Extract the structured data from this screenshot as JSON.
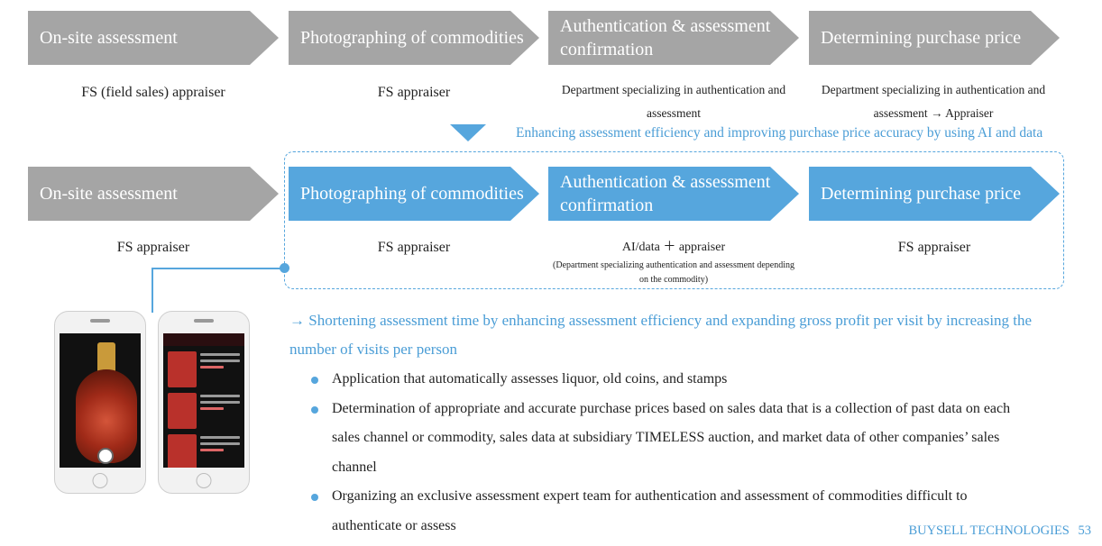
{
  "before": {
    "steps": [
      {
        "title": "On-site assessment",
        "who": "FS (field sales) appraiser"
      },
      {
        "title": "Photographing of commodities",
        "who": "FS appraiser"
      },
      {
        "title": "Authentication & assessment confirmation",
        "who": "Department specializing in authentication and assessment"
      },
      {
        "title": "Determining purchase price",
        "who": "Department specializing in authentication and assessment → Appraiser"
      }
    ]
  },
  "transition_note": "Enhancing assessment efficiency and improving purchase price accuracy by using AI and data",
  "after": {
    "steps": [
      {
        "title": "On-site assessment",
        "who": "FS appraiser"
      },
      {
        "title": "Photographing of commodities",
        "who": "FS appraiser"
      },
      {
        "title": "Authentication & assessment confirmation",
        "who": "AI/data ＋ appraiser",
        "who_sub": "(Department specializing authentication and assessment depending on the commodity)"
      },
      {
        "title": "Determining purchase price",
        "who": "FS appraiser"
      }
    ]
  },
  "summary": "→ Shortening assessment time by enhancing assessment efficiency and expanding gross profit per visit by increasing the number of visits per person",
  "bullets": [
    "Application that automatically assesses liquor, old coins, and stamps",
    "Determination of appropriate and accurate purchase prices based on sales data that is a collection of past data on each sales channel or commodity, sales data at subsidiary TIMELESS auction, and market data of other companies’ sales channel",
    "Organizing an exclusive assessment expert team for authentication and assessment of commodities difficult to authenticate or assess"
  ],
  "footer": {
    "company": "BUYSELL TECHNOLOGIES",
    "page": "53"
  },
  "colors": {
    "accent": "#56a6dd",
    "gray": "#a5a5a5"
  }
}
